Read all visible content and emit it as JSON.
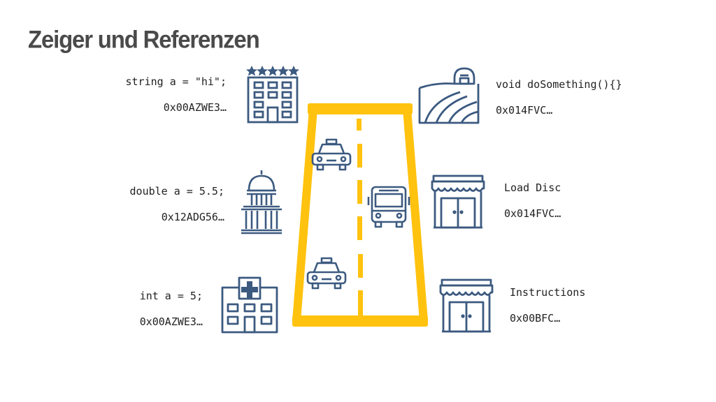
{
  "slide": {
    "title": "Zeiger und Referenzen"
  },
  "colors": {
    "road": "#FFC20E",
    "icon": "#3C5A80",
    "text": "#222222",
    "title": "#4a4a4a"
  },
  "left_items": [
    {
      "code": "string a = \"hi\";",
      "address": "0x00AZWE3…",
      "icon": "hotel-icon"
    },
    {
      "code": "double a = 5.5;",
      "address": "0x12ADG56…",
      "icon": "capitol-icon"
    },
    {
      "code": "int a = 5;",
      "address": "0x00AZWE3…",
      "icon": "hospital-icon"
    }
  ],
  "right_items": [
    {
      "code": "void doSomething(){}",
      "address": "0x014FVC…",
      "icon": "farm-icon"
    },
    {
      "code": "Load Disc",
      "address": "0x014FVC…",
      "icon": "shop-icon"
    },
    {
      "code": "Instructions",
      "address": "0x00BFC…",
      "icon": "shop-icon"
    }
  ],
  "road_icons": [
    "taxi-icon",
    "bus-icon",
    "taxi-icon"
  ]
}
